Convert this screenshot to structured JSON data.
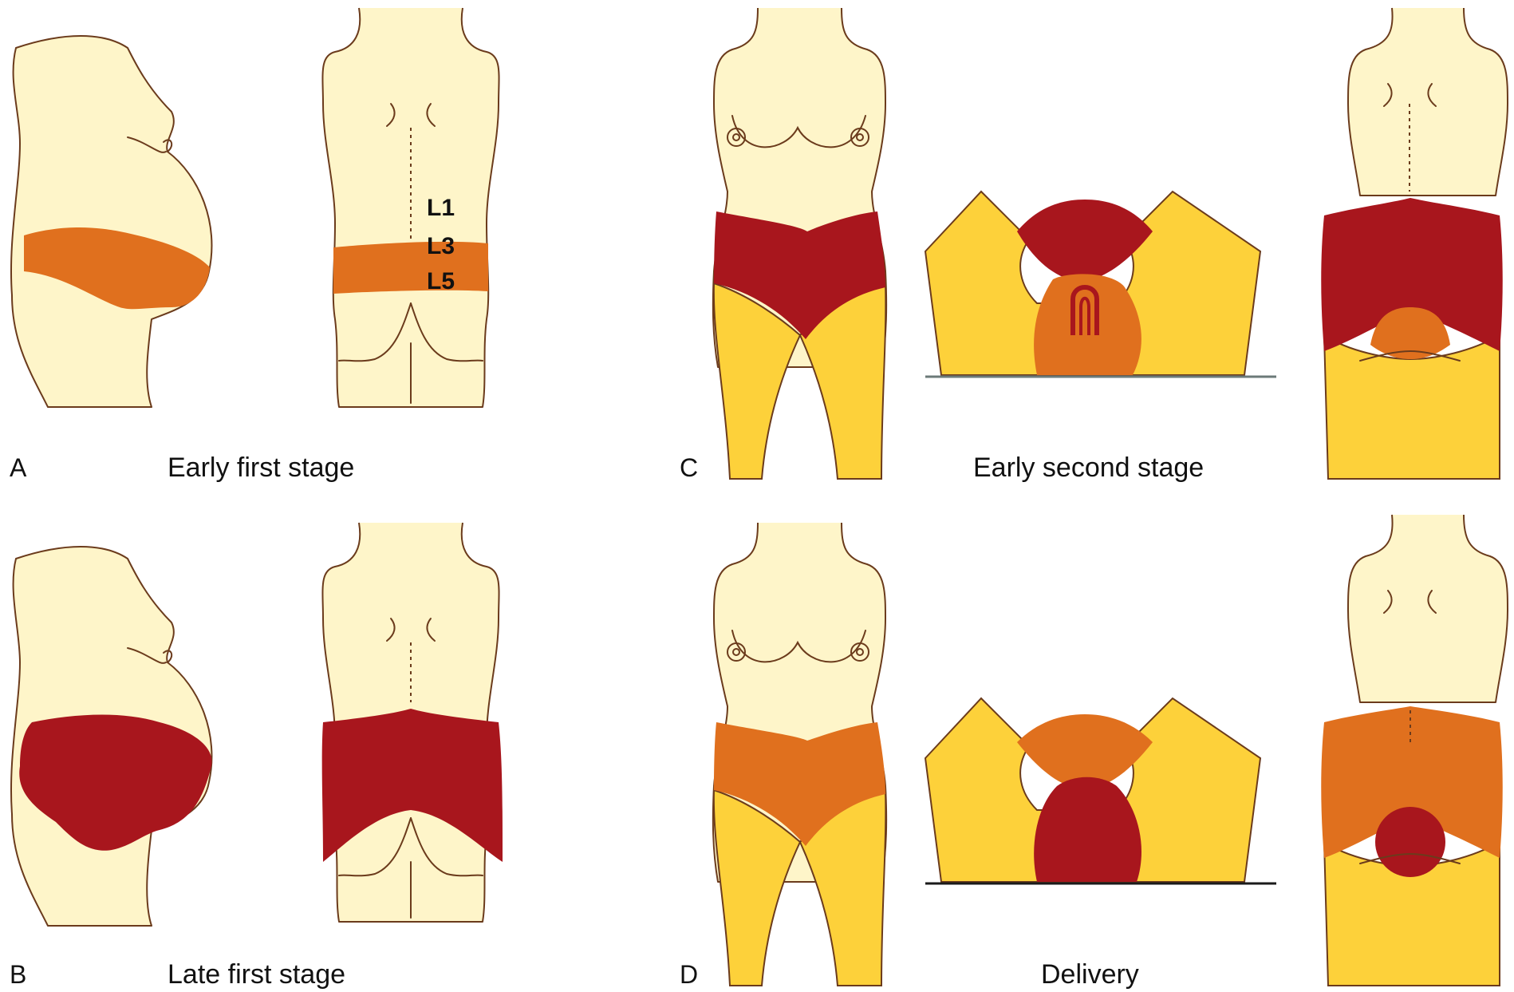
{
  "panels": {
    "a": {
      "letter": "A",
      "caption": "Early first stage"
    },
    "b": {
      "letter": "B",
      "caption": "Late first stage"
    },
    "c": {
      "letter": "C",
      "caption": "Early second stage"
    },
    "d": {
      "letter": "D",
      "caption": "Delivery"
    }
  },
  "vertebrae": {
    "l1": "L1",
    "l3": "L3",
    "l5": "L5"
  },
  "colors": {
    "skin": "#fef5c9",
    "outline": "#6b3b1c",
    "leg_yellow": "#fdd13a",
    "pain_moderate": "#e0701e",
    "pain_intense": "#a8161d"
  }
}
